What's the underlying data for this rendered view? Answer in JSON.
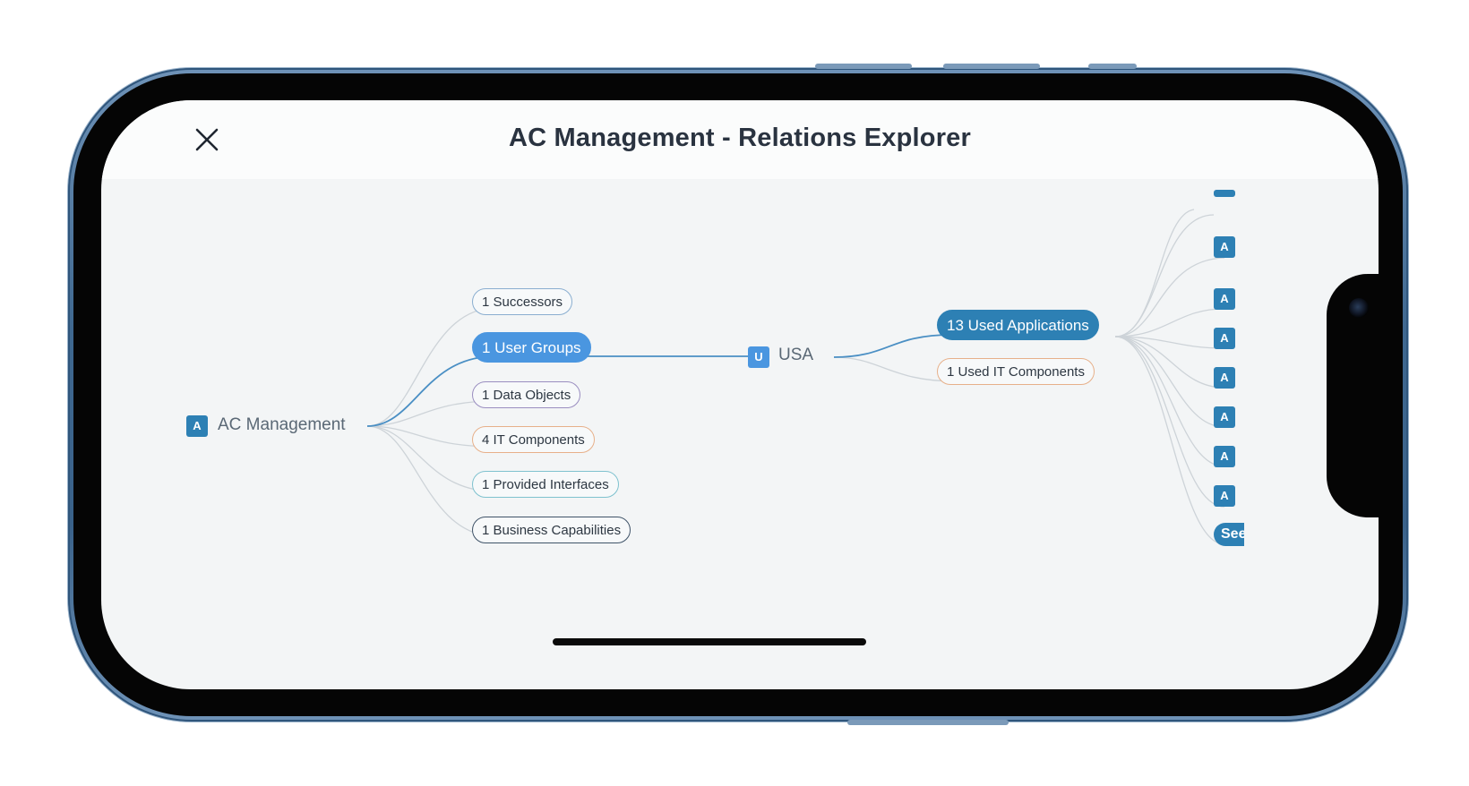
{
  "window": {
    "title": "AC Management - Relations Explorer"
  },
  "root_node": {
    "badge": "A",
    "label": "AC Management"
  },
  "relation_pills": [
    {
      "label": "1 Successors",
      "style": "blue"
    },
    {
      "label": "1 User Groups",
      "style": "active"
    },
    {
      "label": "1 Data Objects",
      "style": "purple"
    },
    {
      "label": "4 IT Components",
      "style": "orange"
    },
    {
      "label": "1 Provided Interfaces",
      "style": "teal"
    },
    {
      "label": "1 Business Capabilities",
      "style": "dark"
    }
  ],
  "child_node": {
    "badge": "U",
    "label": "USA"
  },
  "child_relations": [
    {
      "label": "13 Used Applications",
      "style": "active"
    },
    {
      "label": "1 Used IT Components",
      "style": "orange"
    }
  ],
  "app_badges": [
    "A",
    "A",
    "A",
    "A",
    "A",
    "A",
    "A",
    "A"
  ],
  "see_more": {
    "label": "See more"
  },
  "colors": {
    "accent": "#4a96e0",
    "app_blue": "#2d80b4",
    "frame": "#3f6890"
  }
}
